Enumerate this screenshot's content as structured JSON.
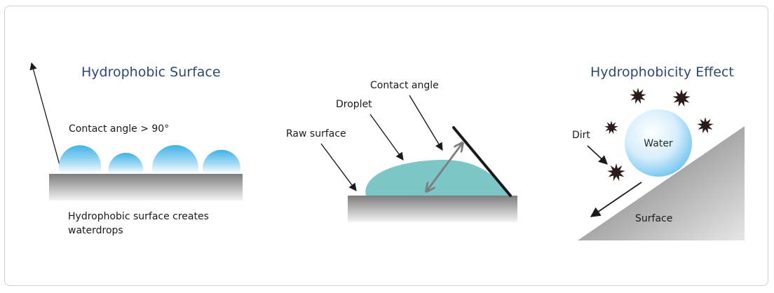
{
  "panel1": {
    "title": "Hydrophobic  Surface",
    "contact_label": "Contact angle > 90°",
    "caption_line1": "Hydrophobic surface creates",
    "caption_line2": "waterdrops"
  },
  "panel2": {
    "contact_angle_label": "Contact angle",
    "droplet_label": "Droplet",
    "raw_surface_label": "Raw surface"
  },
  "panel3": {
    "title": "Hydrophobicity Effect",
    "dirt_label": "Dirt",
    "water_label": "Water",
    "surface_label": "Surface"
  },
  "colors": {
    "title": "#2d4a73",
    "droplet_blue": "#4bb8e8",
    "droplet_teal": "#7cc6c8",
    "surface_gray": "#9a9a9a",
    "dirt": "#2a1a1a"
  }
}
